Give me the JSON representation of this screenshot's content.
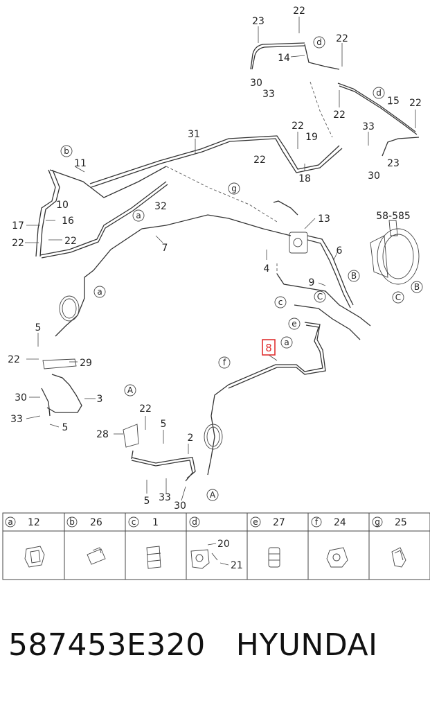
{
  "callouts": {
    "c22a": "22",
    "c23a": "23",
    "c14": "14",
    "c22b": "22",
    "c30a": "30",
    "c33a": "33",
    "c15": "15",
    "c22c": "22",
    "c22d": "22",
    "c33b": "33",
    "c23b": "23",
    "c30b": "30",
    "c31": "31",
    "c22e": "22",
    "c19": "19",
    "c22f": "22",
    "c18": "18",
    "c11": "11",
    "c10": "10",
    "c32": "32",
    "c17": "17",
    "c16": "16",
    "c22g": "22",
    "c22h": "22",
    "c13": "13",
    "c58585": "58-585",
    "c7": "7",
    "c4": "4",
    "c6": "6",
    "c9": "9",
    "c5a": "5",
    "c22i": "22",
    "c29": "29",
    "c30c": "30",
    "c3": "3",
    "c33c": "33",
    "c5b": "5",
    "c22j": "22",
    "c28": "28",
    "c5c": "5",
    "c2": "2",
    "c5d": "5",
    "c33d": "33",
    "c30d": "30",
    "c8": "8"
  },
  "markers": {
    "d1": "d",
    "d2": "d",
    "b1": "b",
    "a1": "a",
    "a2": "a",
    "a3": "a",
    "g1": "g",
    "c1": "c",
    "e1": "e",
    "f1": "f",
    "B1": "B",
    "B2": "B",
    "C1": "C",
    "C2": "C",
    "A1": "A",
    "A2": "A"
  },
  "legend": [
    {
      "letter": "a",
      "part": "12"
    },
    {
      "letter": "b",
      "part": "26"
    },
    {
      "letter": "c",
      "part": "1"
    },
    {
      "letter": "d",
      "part": "",
      "sub1": "20",
      "sub2": "21"
    },
    {
      "letter": "e",
      "part": "27"
    },
    {
      "letter": "f",
      "part": "24"
    },
    {
      "letter": "g",
      "part": "25"
    }
  ],
  "footer": {
    "part_number": "587453E320",
    "brand": "HYUNDAI"
  }
}
